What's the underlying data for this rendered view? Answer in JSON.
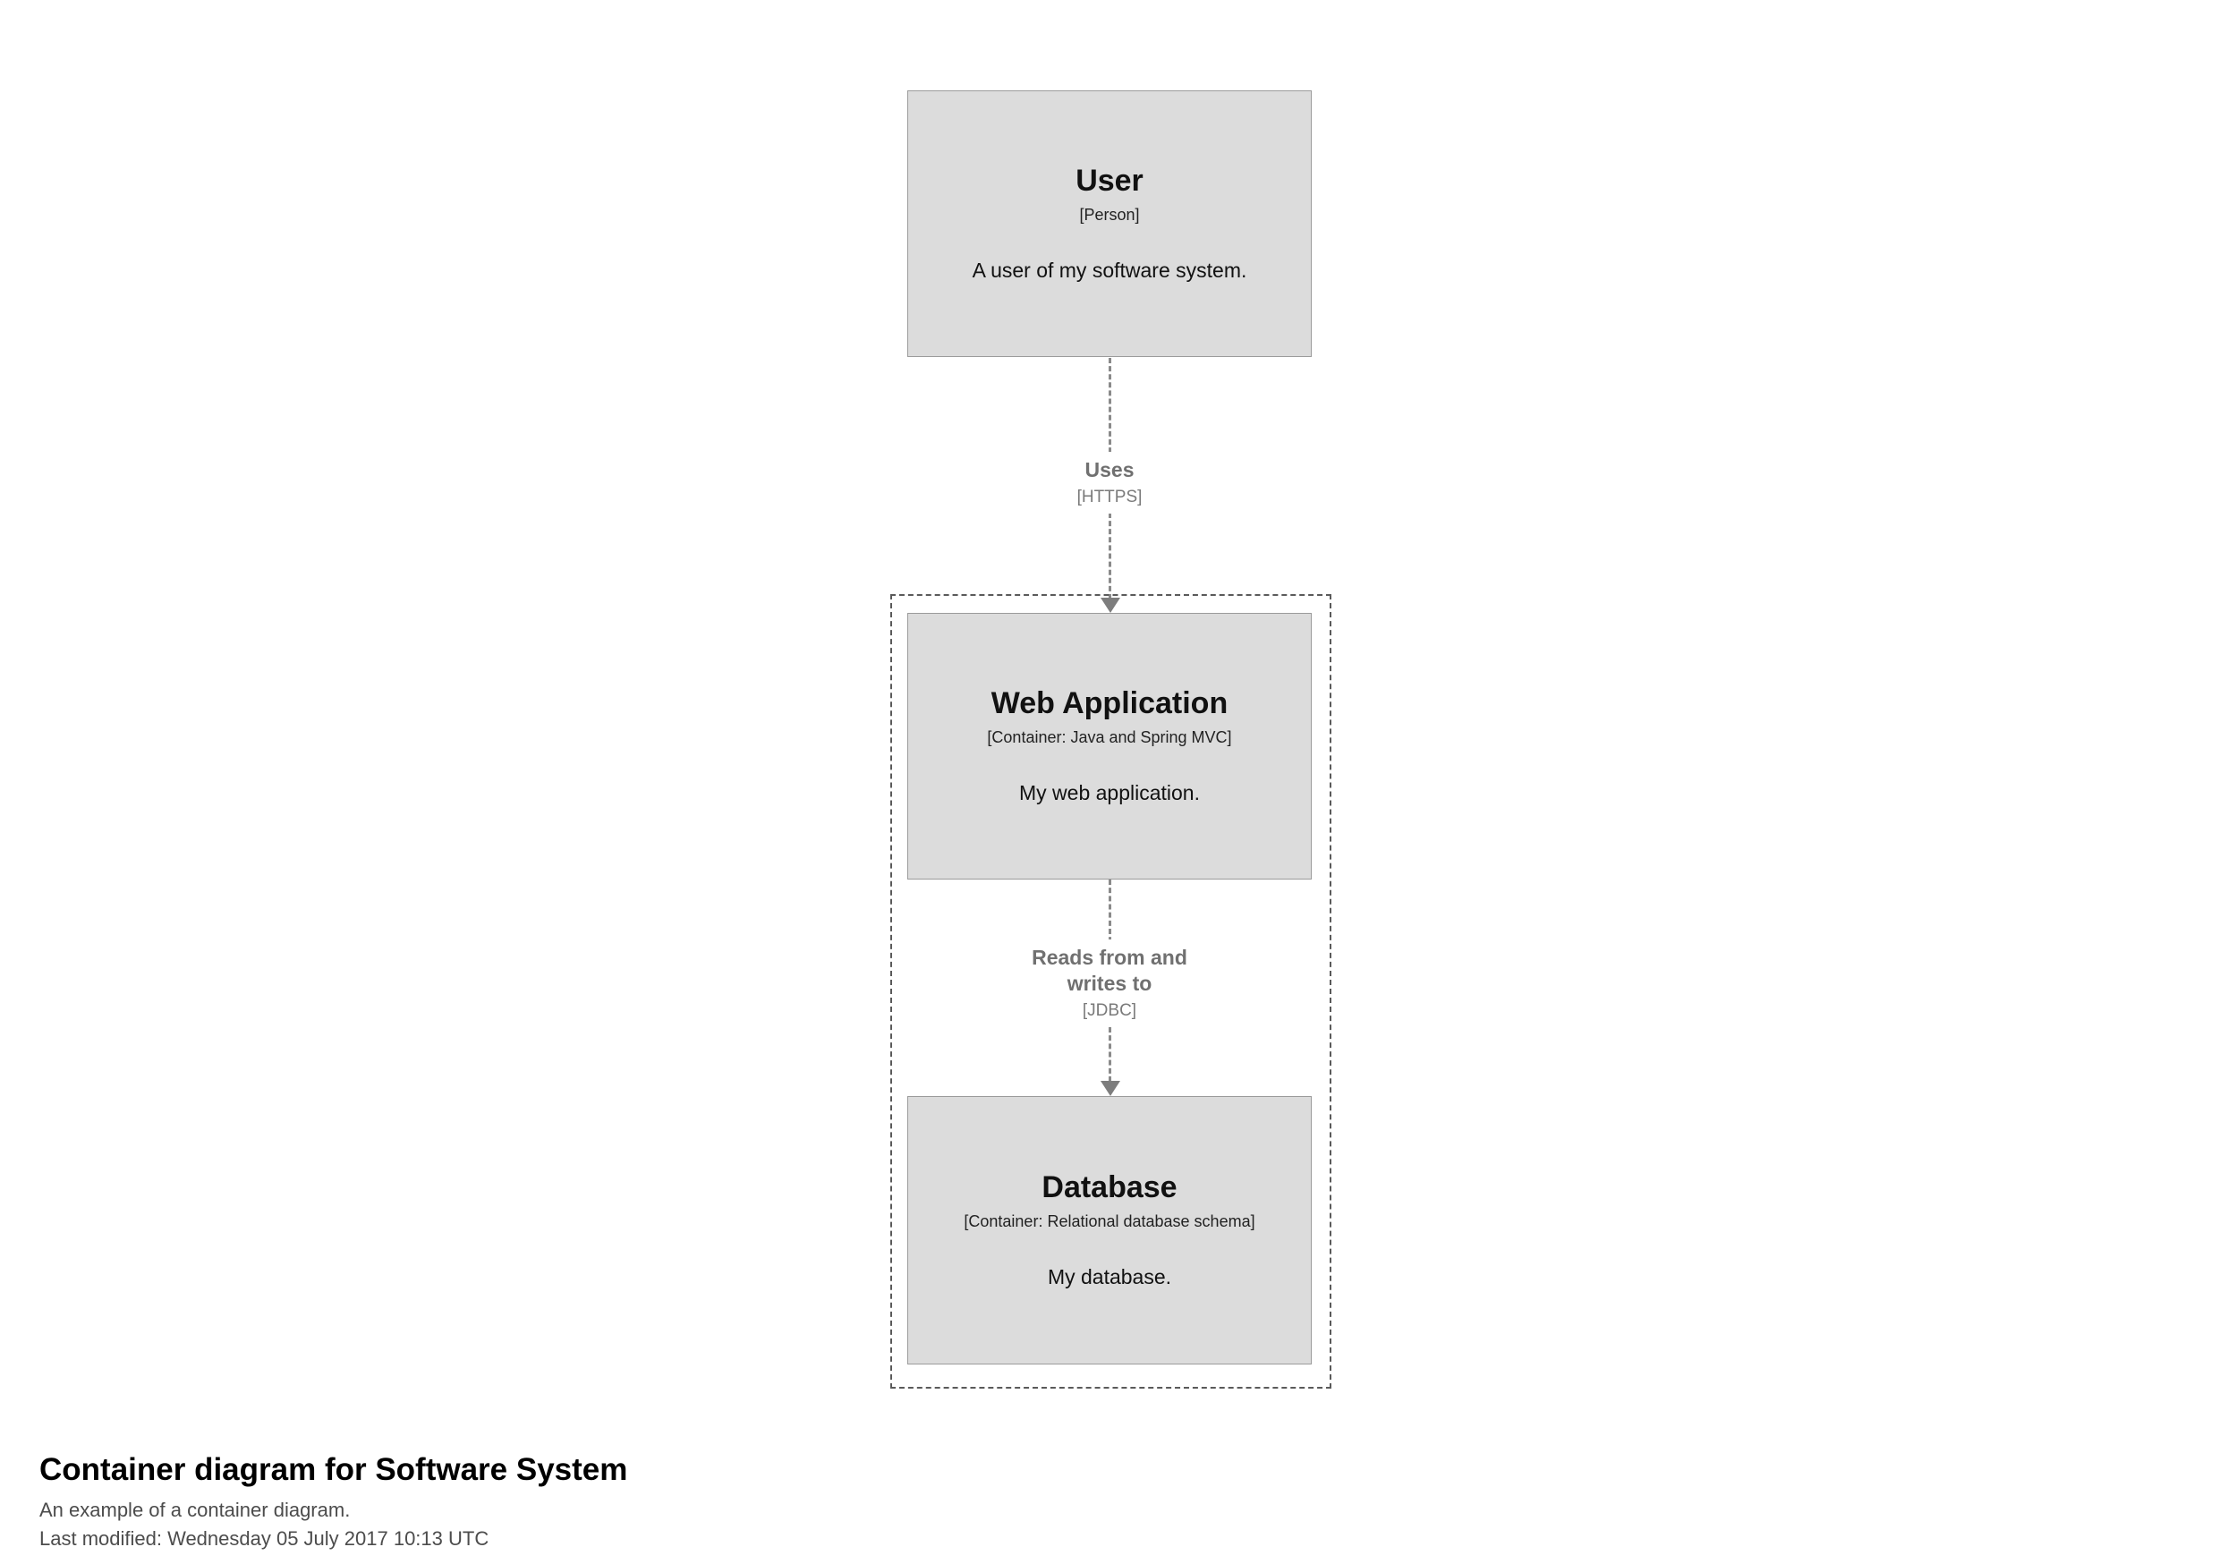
{
  "diagram": {
    "nodes": {
      "user": {
        "title": "User",
        "meta": "[Person]",
        "description": "A user of my software system."
      },
      "web_app": {
        "title": "Web Application",
        "meta": "[Container: Java and Spring MVC]",
        "description": "My web application."
      },
      "database": {
        "title": "Database",
        "meta": "[Container: Relational database schema]",
        "description": "My database."
      }
    },
    "relationships": {
      "uses": {
        "label": "Uses",
        "technology": "[HTTPS]"
      },
      "reads_writes": {
        "label_line1": "Reads from and",
        "label_line2": "writes to",
        "technology": "[JDBC]"
      }
    },
    "colors": {
      "node_background": "#dcdcdc",
      "node_border": "#9b9b9b",
      "relationship_text": "#707070",
      "boundary_border": "#5a5a5a"
    }
  },
  "footer": {
    "title": "Container diagram for Software System",
    "subtitle": "An example of a container diagram.",
    "last_modified": "Last modified: Wednesday 05 July 2017 10:13 UTC"
  }
}
